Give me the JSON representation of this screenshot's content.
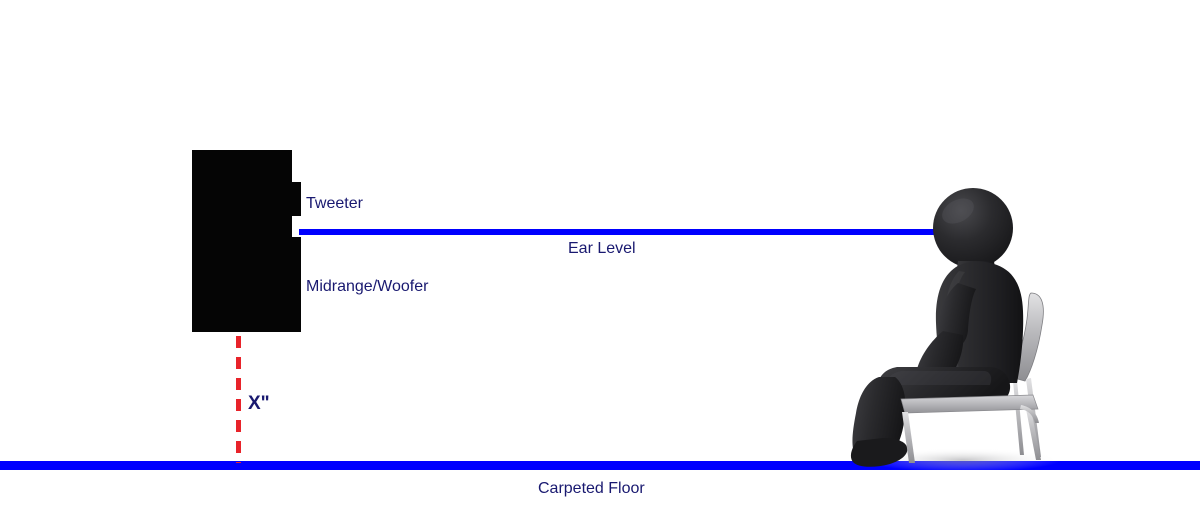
{
  "diagram": {
    "title": "Speaker placement and listener ear level diagram",
    "background_color": "#ffffff",
    "accent_line_color": "#0000ff",
    "label_color": "#191970",
    "dimension_line_color": "#e8232a",
    "speaker_color": "#050505",
    "chair_color": "#b4b4b4",
    "figure_color": "#2a2a2c"
  },
  "labels": {
    "tweeter": "Tweeter",
    "midrange_woofer": "Midrange/Woofer",
    "ear_level": "Ear Level",
    "carpeted_floor": "Carpeted Floor",
    "distance": "X\""
  },
  "elements": {
    "speaker_name": "loudspeaker-cabinet",
    "tweeter_driver_name": "tweeter-driver",
    "woofer_driver_name": "midrange-woofer-driver",
    "listener_name": "seated-listener-figure",
    "chair_name": "chair",
    "ear_level_line_name": "ear-level-line",
    "floor_line_name": "carpeted-floor-line",
    "dimension_line_name": "tweeter-height-dimension-line"
  }
}
